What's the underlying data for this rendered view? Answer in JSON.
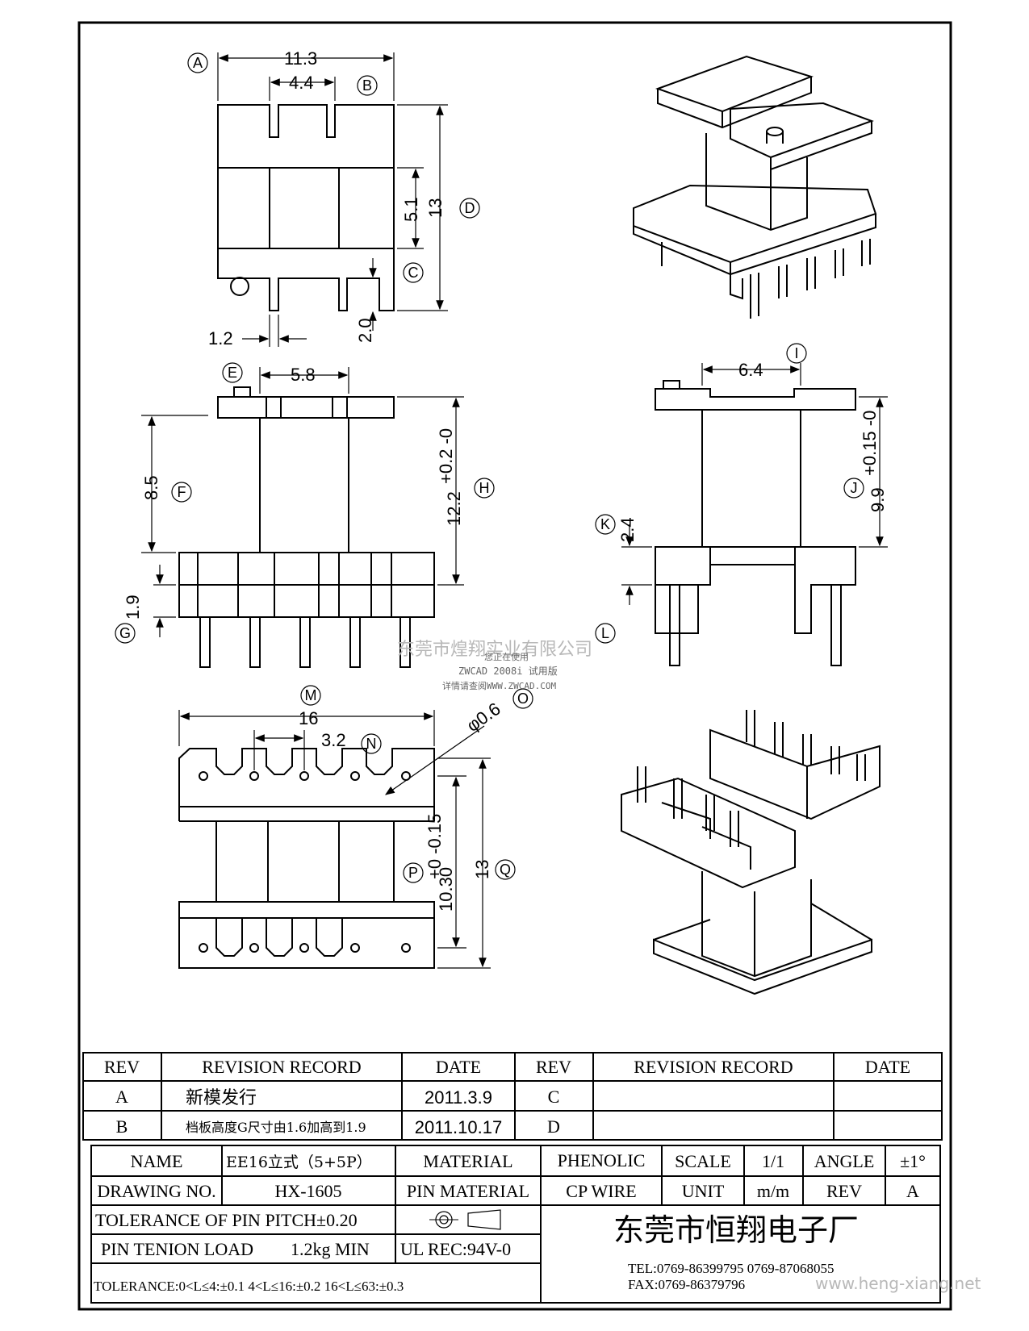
{
  "labels": {
    "A": "A",
    "B": "B",
    "C": "C",
    "D": "D",
    "E": "E",
    "F": "F",
    "G": "G",
    "H": "H",
    "I": "I",
    "J": "J",
    "K": "K",
    "L": "L",
    "M": "M",
    "N": "N",
    "O": "O",
    "P": "P",
    "Q": "Q"
  },
  "dims": {
    "a": "11.3",
    "b": "4.4",
    "c_in": "5.1",
    "d": "13",
    "w_slot": "1.2",
    "c_depth": "2.0",
    "e": "5.8",
    "f": "8.5",
    "g": "1.9",
    "h": "12.2",
    "h_tol": "+0.2 -0",
    "i": "6.4",
    "j": "9.9",
    "j_tol": "+0.15 -0",
    "k": "2.4",
    "m": "16",
    "n": "3.2",
    "o": "φ0.6",
    "p": "10.30",
    "p_tol": "+0 -0.15",
    "q": "13"
  },
  "watermark": {
    "company": "东莞市煌翔实业有限公司",
    "line1": "您正在使用",
    "line2": "ZWCAD 2008i 试用版",
    "line3": "详情请查阅WWW.ZWCAD.COM"
  },
  "revision_table": {
    "headers": [
      "REV",
      "REVISION RECORD",
      "DATE",
      "REV",
      "REVISION RECORD",
      "DATE"
    ],
    "rows": [
      {
        "rev": "A",
        "record": "新模发行",
        "date": "2011.3.9",
        "rev2": "C",
        "record2": "",
        "date2": ""
      },
      {
        "rev": "B",
        "record": "档板高度G尺寸由1.6加高到1.9",
        "date": "2011.10.17",
        "rev2": "D",
        "record2": "",
        "date2": ""
      }
    ]
  },
  "title_block": {
    "name_label": "NAME",
    "name_value": "EE16立式（5+5P）",
    "material_label": "MATERIAL",
    "material_value": "PHENOLIC",
    "scale_label": "SCALE",
    "scale_value": "1/1",
    "angle_label": "ANGLE",
    "angle_value": "±1°",
    "drawing_no_label": "DRAWING NO.",
    "drawing_no_value": "HX-1605",
    "pin_material_label": "PIN MATERIAL",
    "pin_material_value": "CP WIRE",
    "unit_label": "UNIT",
    "unit_value": "m/m",
    "rev_label": "REV",
    "rev_value": "A",
    "tolerance_pitch": "TOLERANCE OF PIN PITCH±0.20",
    "pin_tension_label": "PIN TENION LOAD",
    "pin_tension_value": "1.2kg MIN",
    "ul": "UL REC:94V-0",
    "tolerance_line": "TOLERANCE:0<L≤4:±0.1  4<L≤16:±0.2  16<L≤63:±0.3",
    "company": "东莞市恒翔电子厂",
    "tel": "TEL:0769-86399795    0769-87068055",
    "fax": "FAX:0769-86379796",
    "website": "www.heng-xiang.net"
  }
}
